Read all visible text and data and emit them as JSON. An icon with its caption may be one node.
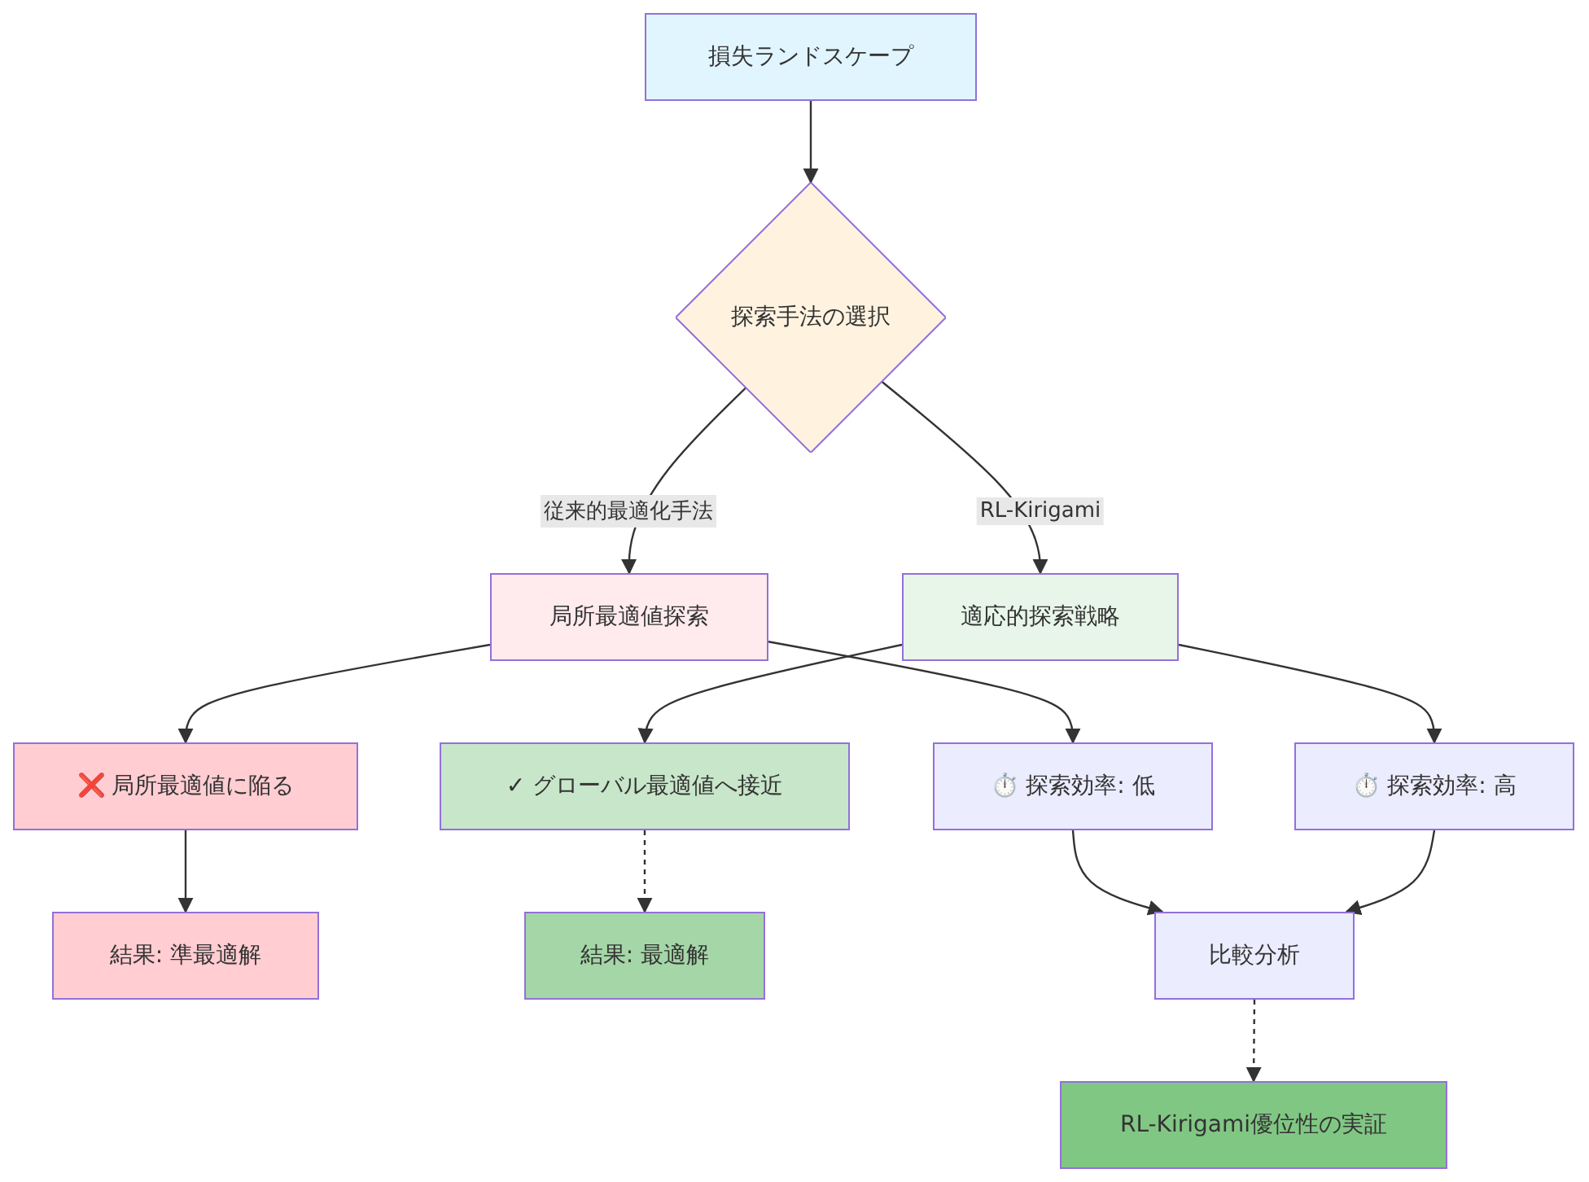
{
  "diagram": {
    "nodes": [
      {
        "text": [
          "損失ランドスケープ"
        ]
      },
      {
        "text": [
          "探索手法の選択"
        ]
      },
      {
        "text": [
          "局所最適値探索"
        ]
      },
      {
        "text": [
          "適応的探索戦略"
        ]
      },
      {
        "text": [
          "❌ 局所最適値に陥る"
        ]
      },
      {
        "text": [
          "✓ グローバル最適値へ接近"
        ]
      },
      {
        "text": [
          "⏱️ 探索効率: 低"
        ]
      },
      {
        "text": [
          "⏱️ 探索効率: 高"
        ]
      },
      {
        "text": [
          "結果: 準最適解"
        ]
      },
      {
        "text": [
          "結果: 最適解"
        ]
      },
      {
        "text": [
          "比較分析"
        ]
      },
      {
        "text": [
          "RL-Kirigami優位性の実証"
        ]
      }
    ],
    "edges": [
      {
        "from": 0,
        "to": 1,
        "arrow": "to"
      },
      {
        "from": 1,
        "to": 2,
        "arrow": "to",
        "label": "従来的最適化手法"
      },
      {
        "from": 1,
        "to": 3,
        "arrow": "to",
        "label": "RL-Kirigami"
      },
      {
        "from": 2,
        "to": 4,
        "arrow": "to"
      },
      {
        "from": 2,
        "to": 6,
        "arrow": "to"
      },
      {
        "from": 3,
        "to": 5,
        "arrow": "to"
      },
      {
        "from": 3,
        "to": 7,
        "arrow": "to"
      },
      {
        "from": 4,
        "to": 8,
        "arrow": "to"
      },
      {
        "from": 5,
        "to": 9,
        "arrow": "to",
        "style": "dashed"
      },
      {
        "from": 6,
        "to": 10,
        "arrow": "to"
      },
      {
        "from": 7,
        "to": 10,
        "arrow": "to"
      },
      {
        "from": 10,
        "to": 11,
        "arrow": "to",
        "style": "dashed"
      }
    ]
  }
}
